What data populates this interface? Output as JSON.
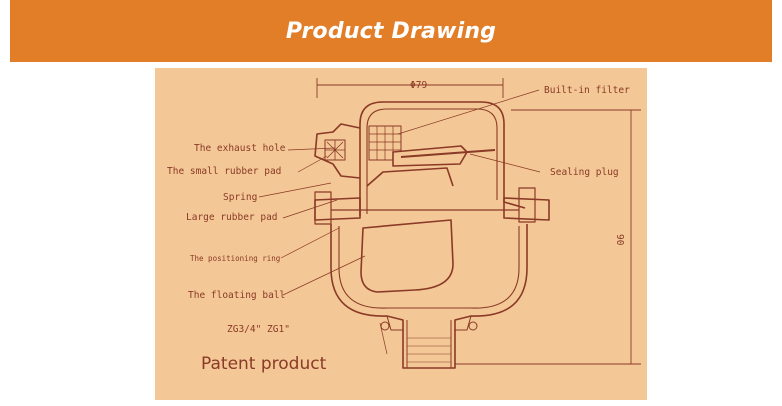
{
  "banner": {
    "title": "Product Drawing"
  },
  "drawing": {
    "dimension_top": "Φ79",
    "dimension_right": "90",
    "labels": {
      "exhaust_hole": "The exhaust hole",
      "small_rubber_pad": "The small rubber pad",
      "spring": "Spring",
      "large_rubber_pad": "Large rubber pad",
      "positioning_ring": "The positioning ring",
      "floating_ball": "The floating ball",
      "thread_spec": "ZG3/4\"    ZG1\"",
      "builtin_filter": "Built-in filter",
      "sealing_plug": "Sealing plug",
      "patent": "Patent product"
    }
  },
  "colors": {
    "banner": "#e27d28",
    "panel": "#f3c796",
    "line": "#8a3a26"
  }
}
